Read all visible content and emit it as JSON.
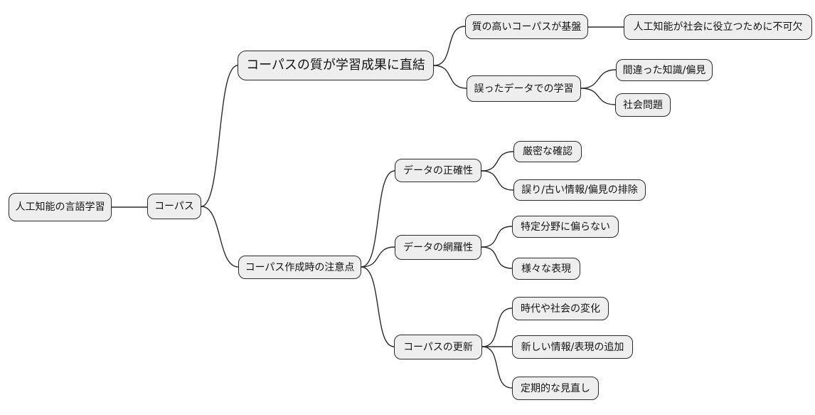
{
  "diagram": {
    "type": "mindmap",
    "direction": "left-to-right",
    "colors": {
      "background": "#ffffff",
      "node_fill": "#eeeeee",
      "node_border": "#2b2b2b",
      "edge": "#2b2b2b",
      "text": "#141414"
    },
    "nodes": [
      {
        "id": "root",
        "label": "人工知能の言語学習",
        "parent": null,
        "level": 0
      },
      {
        "id": "corpus",
        "label": "コーパス",
        "parent": "root",
        "level": 1
      },
      {
        "id": "quality",
        "label": "コーパスの質が学習成果に直結",
        "parent": "corpus",
        "level": 2,
        "emphasis": true
      },
      {
        "id": "cautions",
        "label": "コーパス作成時の注意点",
        "parent": "corpus",
        "level": 2
      },
      {
        "id": "foundation",
        "label": "質の高いコーパスが基盤",
        "parent": "quality",
        "level": 3
      },
      {
        "id": "indispensable",
        "label": "人工知能が社会に役立つために不可欠",
        "parent": "foundation",
        "level": 4
      },
      {
        "id": "wrong-data",
        "label": "誤ったデータでの学習",
        "parent": "quality",
        "level": 3
      },
      {
        "id": "wrong-knowledge",
        "label": "間違った知識/偏見",
        "parent": "wrong-data",
        "level": 4
      },
      {
        "id": "social-problem",
        "label": "社会問題",
        "parent": "wrong-data",
        "level": 4
      },
      {
        "id": "accuracy",
        "label": "データの正確性",
        "parent": "cautions",
        "level": 3
      },
      {
        "id": "strict-check",
        "label": "厳密な確認",
        "parent": "accuracy",
        "level": 4
      },
      {
        "id": "eliminate",
        "label": "誤り/古い情報/偏見の排除",
        "parent": "accuracy",
        "level": 4
      },
      {
        "id": "coverage",
        "label": "データの網羅性",
        "parent": "cautions",
        "level": 3
      },
      {
        "id": "no-bias",
        "label": "特定分野に偏らない",
        "parent": "coverage",
        "level": 4
      },
      {
        "id": "expressions",
        "label": "様々な表現",
        "parent": "coverage",
        "level": 4
      },
      {
        "id": "update",
        "label": "コーパスの更新",
        "parent": "cautions",
        "level": 3
      },
      {
        "id": "changes",
        "label": "時代や社会の変化",
        "parent": "update",
        "level": 4
      },
      {
        "id": "additions",
        "label": "新しい情報/表現の追加",
        "parent": "update",
        "level": 4
      },
      {
        "id": "review",
        "label": "定期的な見直し",
        "parent": "update",
        "level": 4
      }
    ]
  }
}
